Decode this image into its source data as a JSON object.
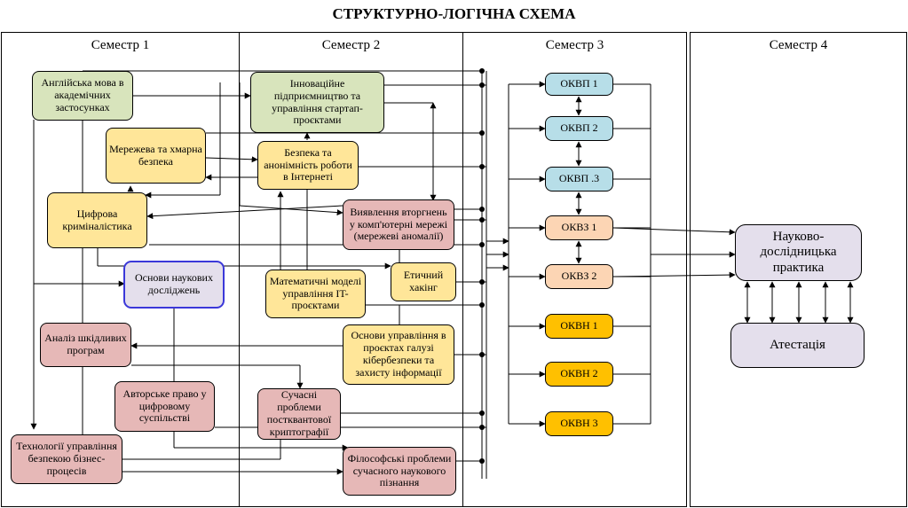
{
  "title": "СТРУКТУРНО-ЛОГІЧНА СХЕМА",
  "semesters": [
    "Семестр 1",
    "Семестр 2",
    "Семестр 3",
    "Семестр 4"
  ],
  "courses": {
    "english": "Англійська мова в академічних застосунках",
    "innovation": "Інноваційне підприємництво та управління стартап-проєктами",
    "network_security": "Мережева та хмарна безпека",
    "anonymity": "Безпека та анонімність роботи в Інтернеті",
    "forensics": "Цифрова криміналістика",
    "intrusion": "Виявлення вторгнень у комп'ютерні мережі (мережеві аномалії)",
    "research": "Основи наукових досліджень",
    "math_models": "Математичні моделі управління IT-проєктами",
    "ethical_hacking": "Етичний хакінг",
    "malware": "Аналіз шкідливих програм",
    "project_mgmt": "Основи управління в проєктах галузі кібербезпеки та захисту інформації",
    "copyright": "Авторське право у цифровому суспільстві",
    "postquantum": "Сучасні проблеми постквантової криптографії",
    "business_processes": "Технології управління безпекою бізнес-процесів",
    "philosophy": "Філософські проблеми сучасного наукового пізнання",
    "okvp1": "ОКВП 1",
    "okvp2": "ОКВП 2",
    "okvp3": "ОКВП .3",
    "okvz1": "ОКВЗ 1",
    "okvz2": "ОКВЗ 2",
    "okvn1": "ОКВН 1",
    "okvn2": "ОКВН 2",
    "okvn3": "ОКВН 3",
    "practice": "Науково-дослідницька практика",
    "attestation": "Атестація"
  }
}
